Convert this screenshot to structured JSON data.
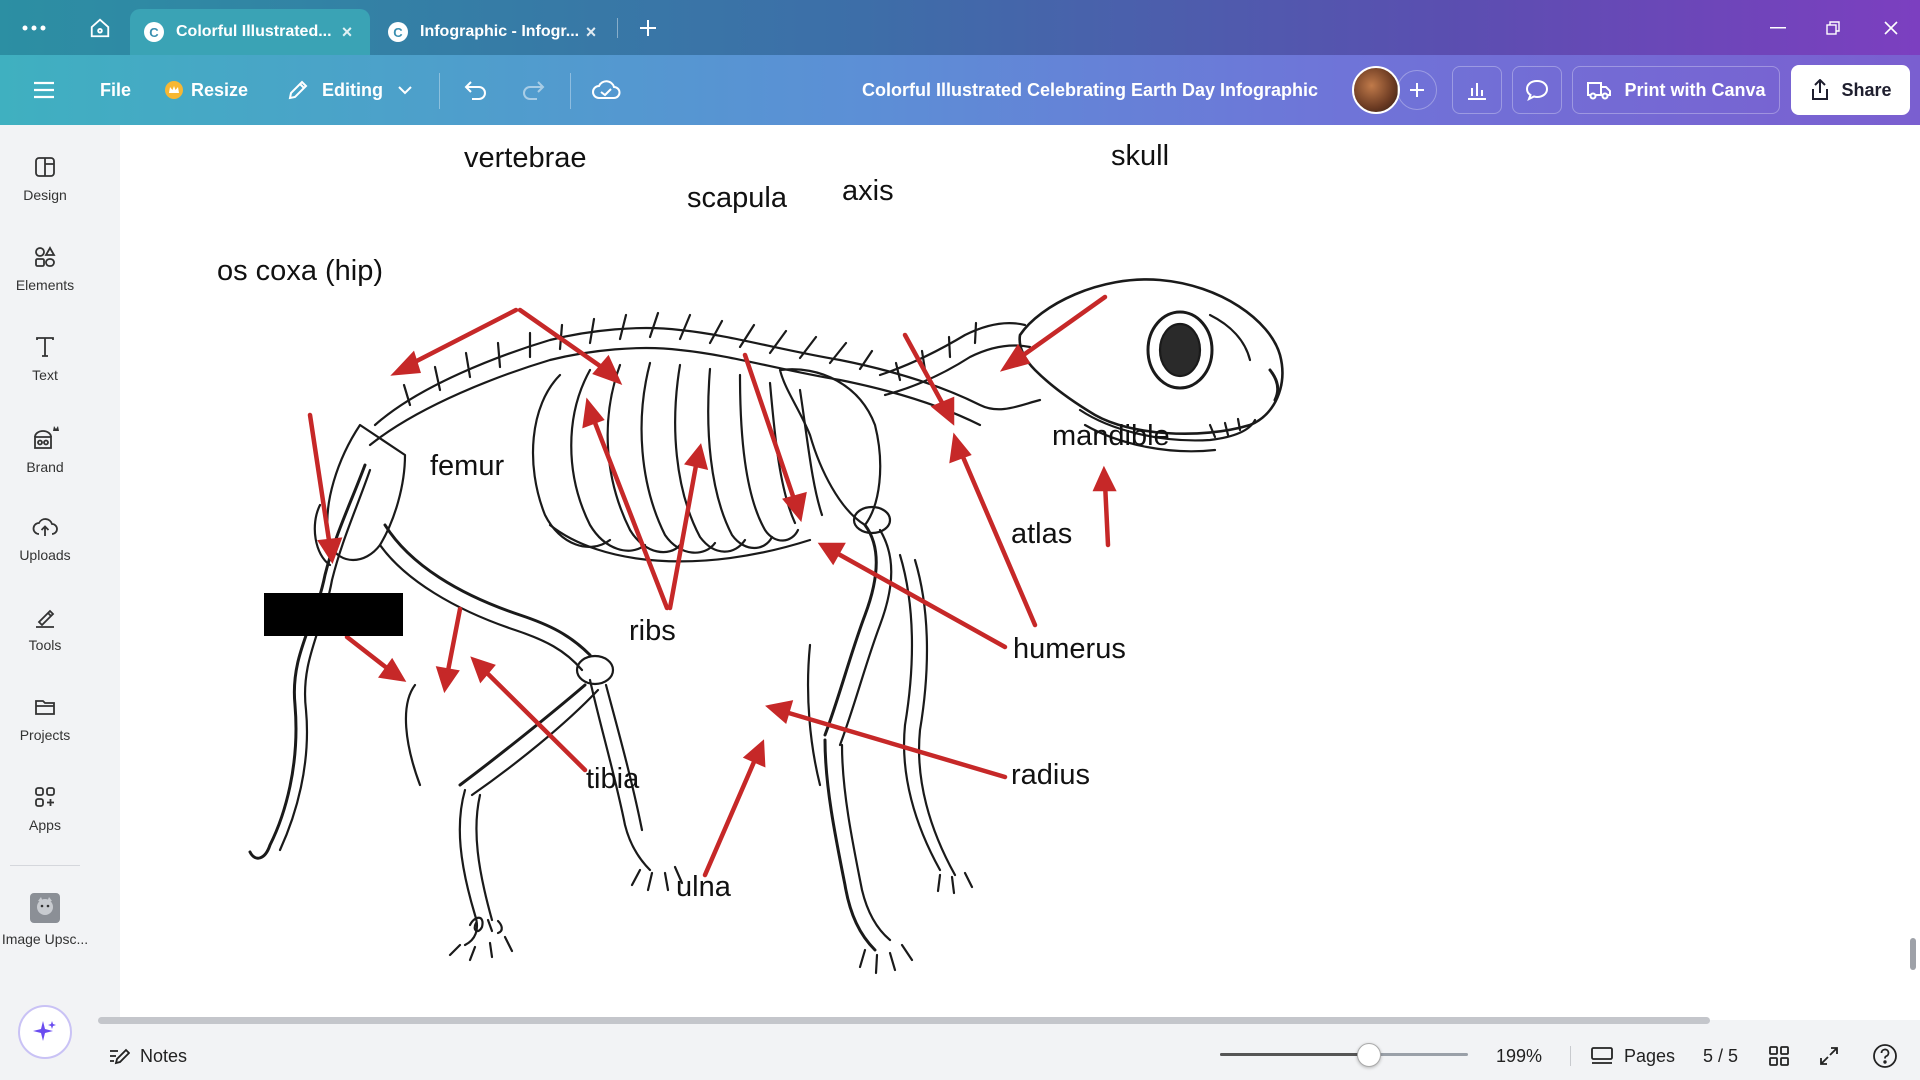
{
  "browser": {
    "tabs": [
      {
        "label": "Colorful Illustrated..."
      },
      {
        "label": "Infographic - Infogr..."
      }
    ]
  },
  "toolbar": {
    "file": "File",
    "resize": "Resize",
    "editing": "Editing",
    "doc_title": "Colorful Illustrated Celebrating Earth Day Infographic",
    "print": "Print with Canva",
    "share": "Share"
  },
  "sidebar": {
    "items": [
      {
        "label": "Design",
        "icon": "design-icon"
      },
      {
        "label": "Elements",
        "icon": "elements-icon"
      },
      {
        "label": "Text",
        "icon": "text-icon"
      },
      {
        "label": "Brand",
        "icon": "brand-icon"
      },
      {
        "label": "Uploads",
        "icon": "uploads-icon"
      },
      {
        "label": "Tools",
        "icon": "tools-icon"
      },
      {
        "label": "Projects",
        "icon": "projects-icon"
      },
      {
        "label": "Apps",
        "icon": "apps-icon"
      },
      {
        "label": "Image Upsc...",
        "icon": "image-upscaler-icon"
      }
    ]
  },
  "diagram": {
    "labels": {
      "vertebrae": "vertebrae",
      "skull": "skull",
      "scapula": "scapula",
      "axis": "axis",
      "os_coxa": "os coxa (hip)",
      "femur": "femur",
      "mandible": "mandible",
      "atlas": "atlas",
      "ribs": "ribs",
      "humerus": "humerus",
      "tibia": "tibia",
      "radius": "radius",
      "ulna": "ulna"
    },
    "arrow_color": "#c62828"
  },
  "bottombar": {
    "notes": "Notes",
    "zoom": "199%",
    "zoom_fraction": 0.6,
    "pages_label": "Pages",
    "page_indicator": "5 / 5"
  }
}
